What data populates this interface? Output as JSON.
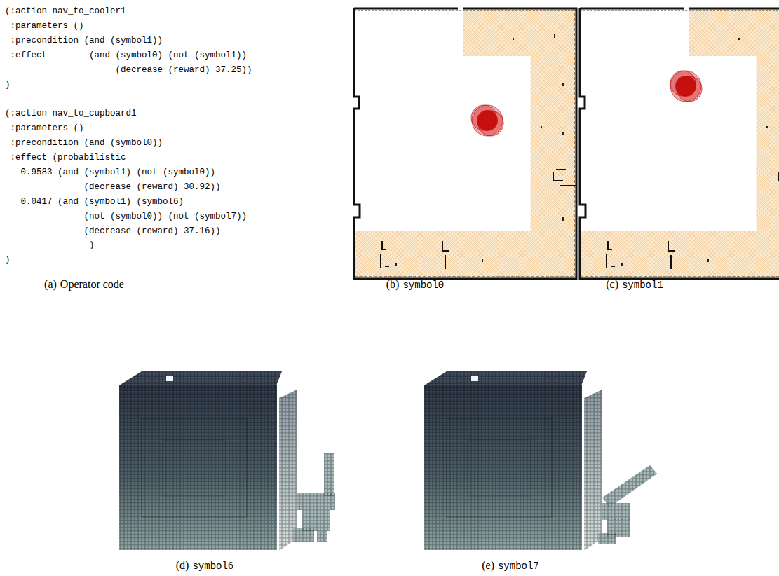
{
  "diagram": {
    "labels": [
      "(:action nav_to_cooler1",
      ":parameters ()",
      ":precondition (and (symbol1))",
      ":effect        (and (symbol0) (not (symbol1))",
      "(decrease (reward) 37.25))",
      ")",
      "(:action nav_to_cupboard1",
      ":parameters ()",
      ":precondition (and (symbol0))",
      ":effect (probabilistic",
      "0.9583 (and (symbol1) (not (symbol0))",
      "(decrease (reward) 30.92))",
      "0.0417 (and (symbol1) (symbol6)",
      "(not (symbol0)) (not (symbol7))",
      "(decrease (reward) 37.16))",
      ")",
      ")",
      "(a)",
      "Operator code",
      "(b)",
      "symbol0",
      "(c)",
      "symbol1",
      "(d)",
      "symbol6",
      "(e)",
      "symbol7"
    ]
  }
}
